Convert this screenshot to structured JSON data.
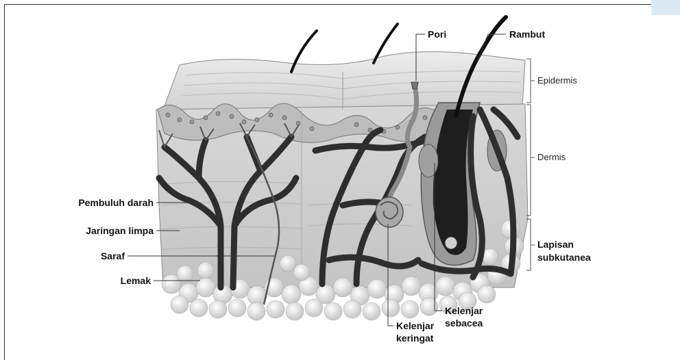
{
  "labels": {
    "pori": "Pori",
    "rambut": "Rambut",
    "epidermis": "Epidermis",
    "dermis": "Dermis",
    "lapisan_subkutanea_1": "Lapisan",
    "lapisan_subkutanea_2": "subkutanea",
    "pembuluh_darah": "Pembuluh darah",
    "jaringan_limpa": "Jaringan limpa",
    "saraf": "Saraf",
    "lemak": "Lemak",
    "kelenjar_keringat_1": "Kelenjar",
    "kelenjar_keringat_2": "keringat",
    "kelenjar_sebacea_1": "Kelenjar",
    "kelenjar_sebacea_2": "sebacea"
  }
}
